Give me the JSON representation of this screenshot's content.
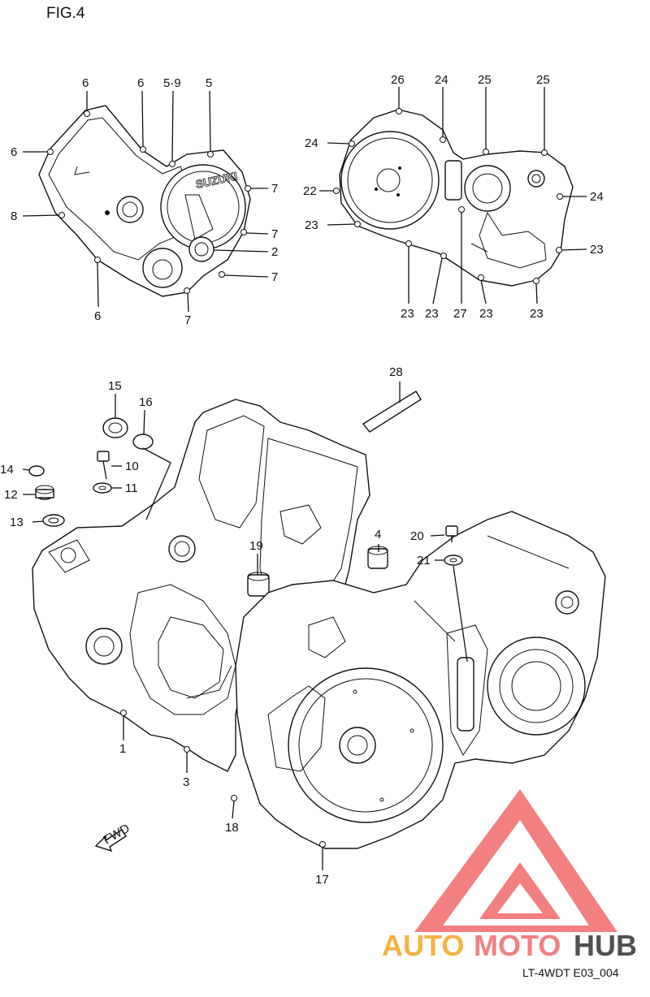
{
  "figure": {
    "title": "FIG.4",
    "code": "LT-4WDT E03_004"
  },
  "labels": {
    "l1": "1",
    "l2": "2",
    "l3": "3",
    "l4": "4",
    "l5a": "5·9",
    "l5b": "5",
    "l6a": "6",
    "l6b": "6",
    "l6c": "6",
    "l6d": "6",
    "l7a": "7",
    "l7b": "7",
    "l7c": "7",
    "l7d": "7",
    "l8": "8",
    "l10": "10",
    "l11": "11",
    "l12": "12",
    "l13": "13",
    "l14": "14",
    "l15": "15",
    "l16": "16",
    "l17": "17",
    "l18": "18",
    "l19": "19",
    "l20": "20",
    "l21": "21",
    "l22": "22",
    "l23a": "23",
    "l23b": "23",
    "l23c": "23",
    "l23d": "23",
    "l23e": "23",
    "l23f": "23",
    "l24a": "24",
    "l24b": "24",
    "l24c": "24",
    "l25a": "25",
    "l25b": "25",
    "l26": "26",
    "l27": "27",
    "l28": "28"
  },
  "markings": {
    "brand_cast": "SUZUKI",
    "fwd": "FWD"
  },
  "watermark": {
    "auto": "AUTO",
    "moto": "MOTO",
    "hub": "HUB",
    "accent": "#f26b6b",
    "accent2": "#f5a623",
    "dark": "#333333"
  }
}
